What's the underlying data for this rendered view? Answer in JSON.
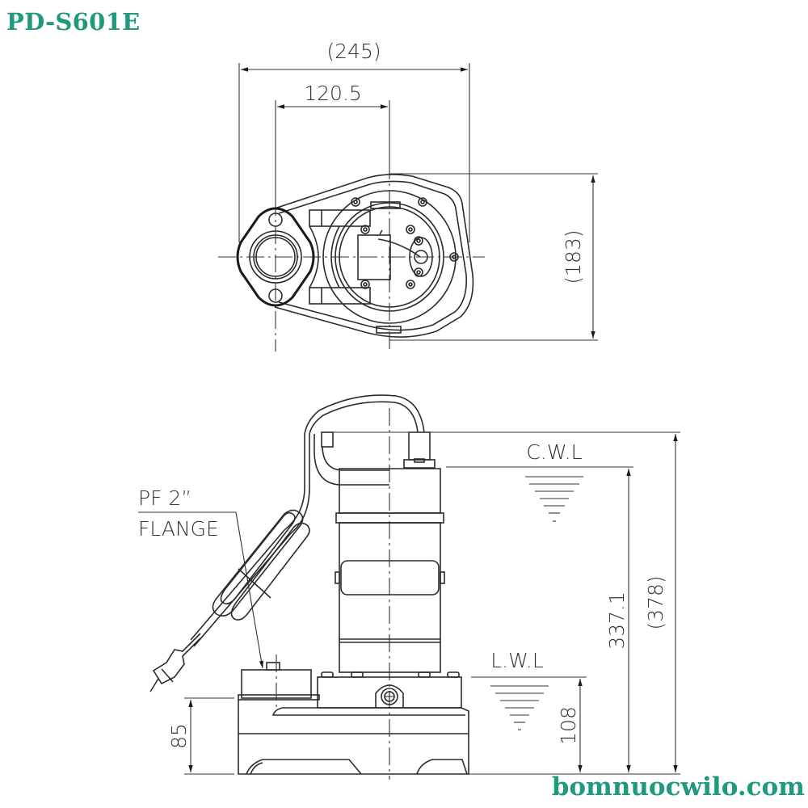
{
  "header": {
    "model": "PD-S601E"
  },
  "footer": {
    "website": "bomnuocwilo.com"
  },
  "top_view": {
    "dimensions": {
      "overall_width": "(245)",
      "flange_offset": "120.5",
      "overall_depth": "(183)"
    }
  },
  "side_view": {
    "labels": {
      "discharge_line1": "PF 2”",
      "discharge_line2": "FLANGE",
      "continuous_water_level": "C.W.L",
      "low_water_level": "L.W.L"
    },
    "dimensions": {
      "flange_height": "85",
      "lwl_height": "108",
      "cwl_height": "337.1",
      "overall_height": "(378)"
    }
  },
  "colors": {
    "brand": "#1f9a7c",
    "line": "#2b2b2b",
    "background": "#ffffff"
  }
}
